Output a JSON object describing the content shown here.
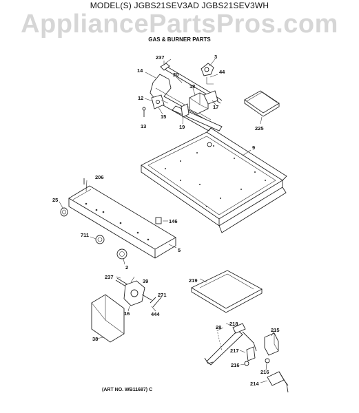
{
  "header": {
    "model_line": "MODEL(S) JGBS21SEV3AD  JGBS21SEV3WH",
    "watermark": "AppliancePartsPros.com",
    "section_title": "GAS & BURNER PARTS"
  },
  "footer": {
    "art_number": "(ART NO. WB11687) C"
  },
  "callouts": {
    "c237a": "237",
    "c3": "3",
    "c14": "14",
    "c20": "20",
    "c44": "44",
    "c18": "18",
    "c17": "17",
    "c12": "12",
    "c15": "15",
    "c13": "13",
    "c19": "19",
    "c225": "225",
    "c9": "9",
    "c206": "206",
    "c25": "25",
    "c146": "146",
    "c711": "711",
    "c5": "5",
    "c2": "2",
    "c237b": "237",
    "c39": "39",
    "c271": "271",
    "c16": "16",
    "c444": "444",
    "c38": "38",
    "c219": "219",
    "c28": "28",
    "c218": "218",
    "c215": "215",
    "c217": "217",
    "c216a": "216",
    "c216b": "216",
    "c214": "214"
  }
}
